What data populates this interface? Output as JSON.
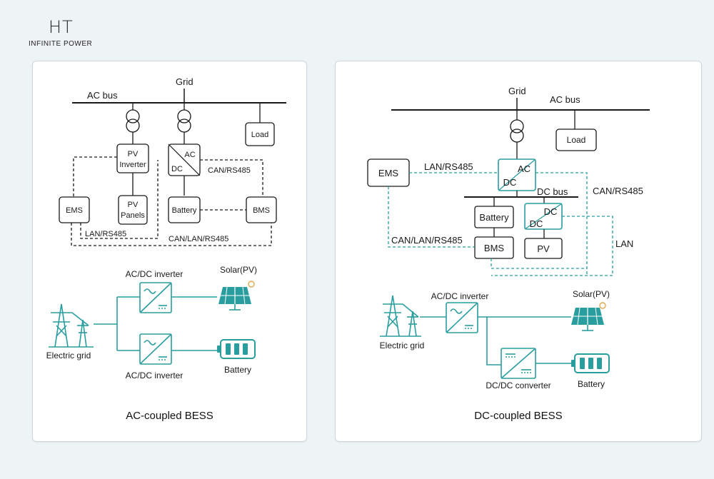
{
  "brand": {
    "logo_mark": "HT",
    "logo_sub": "INFINITE POWER"
  },
  "colors": {
    "teal": "#2a9d9f",
    "line": "#1a1a1a",
    "dashed_black": "#1a1a1a"
  },
  "ac_panel": {
    "title": "AC-coupled BESS",
    "grid": "Grid",
    "ac_bus": "AC bus",
    "load": "Load",
    "pv_inverter": [
      "PV",
      "Inverter"
    ],
    "ac_dc_ac": "AC",
    "ac_dc_dc": "DC",
    "can_rs485": "CAN/RS485",
    "ems": "EMS",
    "pv_panels": [
      "PV",
      "Panels"
    ],
    "battery": "Battery",
    "bms": "BMS",
    "lan_rs485": "LAN/RS485",
    "can_lan_rs485": "CAN/LAN/RS485",
    "icon_inverter_top": "AC/DC inverter",
    "icon_inverter_bottom": "AC/DC inverter",
    "icon_solar": "Solar(PV)",
    "icon_grid": "Electric grid",
    "icon_battery": "Battery"
  },
  "dc_panel": {
    "title": "DC-coupled BESS",
    "grid": "Grid",
    "ac_bus": "AC bus",
    "load": "Load",
    "ems": "EMS",
    "lan_rs485": "LAN/RS485",
    "conv_ac": "AC",
    "conv_dc": "DC",
    "can_rs485": "CAN/RS485",
    "dc_bus": "DC bus",
    "battery": "Battery",
    "dcdc_dc1": "DC",
    "dcdc_dc2": "DC",
    "lan": "LAN",
    "can_lan_rs485": "CAN/LAN/RS485",
    "bms": "BMS",
    "pv": "PV",
    "icon_inverter": "AC/DC inverter",
    "icon_solar": "Solar(PV)",
    "icon_grid": "Electric grid",
    "icon_battery": "Battery",
    "icon_dcdc": "DC/DC converter"
  }
}
